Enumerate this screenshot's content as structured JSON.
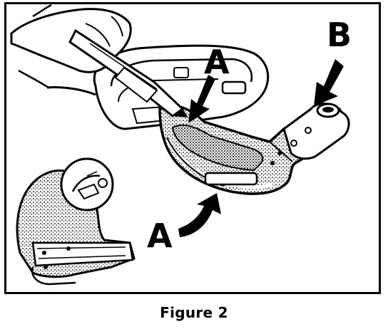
{
  "figure": {
    "caption": "Figure 2",
    "callouts": {
      "a_top": "A",
      "a_bottom": "A",
      "b": "B"
    }
  },
  "colors": {
    "ink": "#000000",
    "paper": "#ffffff",
    "stipple": "#7a7a7a"
  },
  "icons": {
    "hand": "hand-illustration",
    "blade": "cutter-blade-illustration",
    "tool": "tubing-cutter-illustration",
    "inset_tool": "tubing-cutter-inset-illustration"
  }
}
